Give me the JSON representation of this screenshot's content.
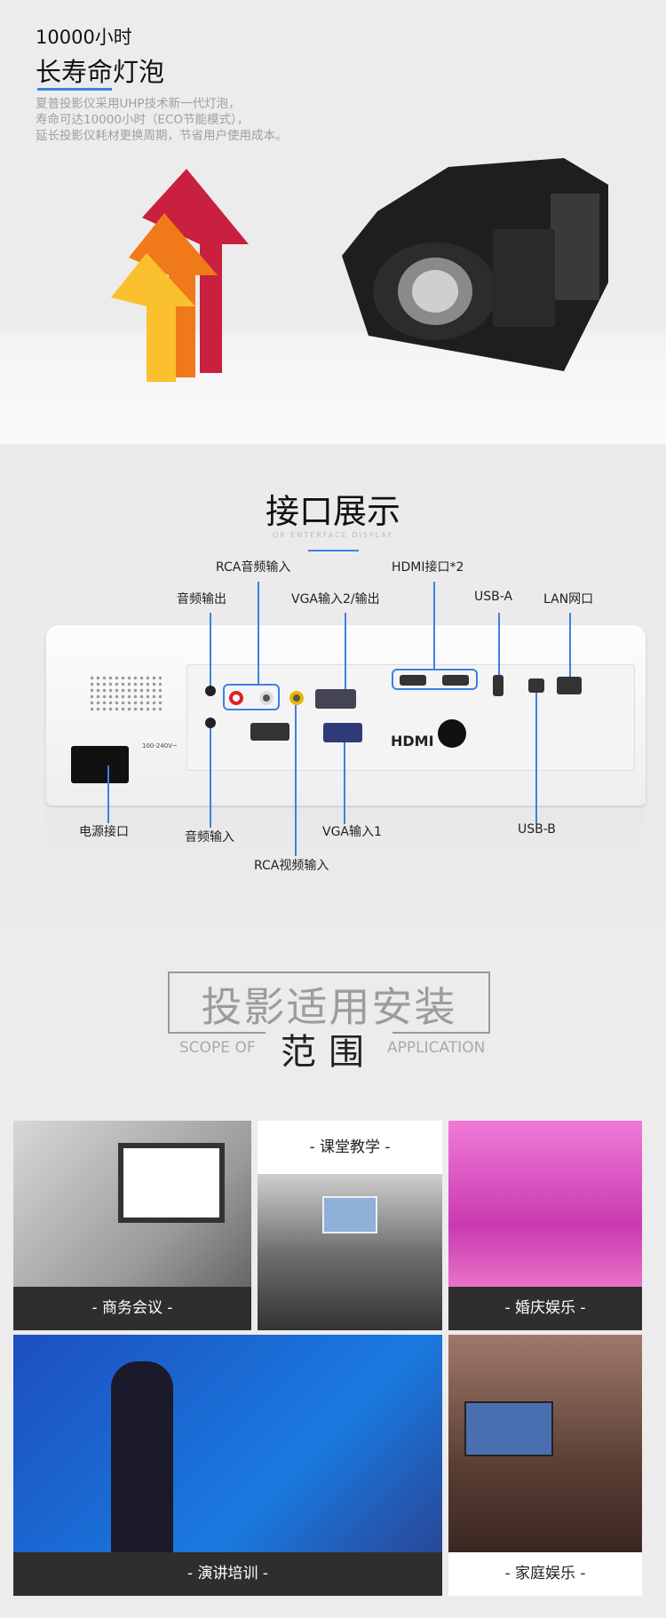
{
  "lamp": {
    "hours": "10000小时",
    "title": "长寿命灯泡",
    "desc": [
      "夏普投影仪采用UHP技术新一代灯泡，",
      "寿命可达10000小时（ECO节能模式），",
      "延长投影仪耗材更换周期，节省用户使用成本。"
    ]
  },
  "ports": {
    "title": "接口展示",
    "subtitle": "OR ENTERFACE DISPLAY",
    "labels": {
      "rca_audio_in": "RCA音频输入",
      "audio_out": "音频输出",
      "vga2": "VGA输入2/输出",
      "hdmi": "HDMI接口*2",
      "usb_a": "USB-A",
      "lan": "LAN网口",
      "power": "电源接口",
      "audio_in": "音频输入",
      "vga1": "VGA输入1",
      "usb_b": "USB-B",
      "rca_video": "RCA视频输入"
    },
    "panel_text": {
      "hdmi_logo": "HDMI",
      "voltage": "100-240V~"
    }
  },
  "scope": {
    "title": "投影适用安装",
    "sub": "范围",
    "left": "SCOPE OF",
    "right": "APPLICATION"
  },
  "tiles": [
    "- 商务会议 -",
    "- 课堂教学 -",
    "- 婚庆娱乐 -",
    "- 演讲培训 -",
    "- 家庭娱乐 -"
  ]
}
